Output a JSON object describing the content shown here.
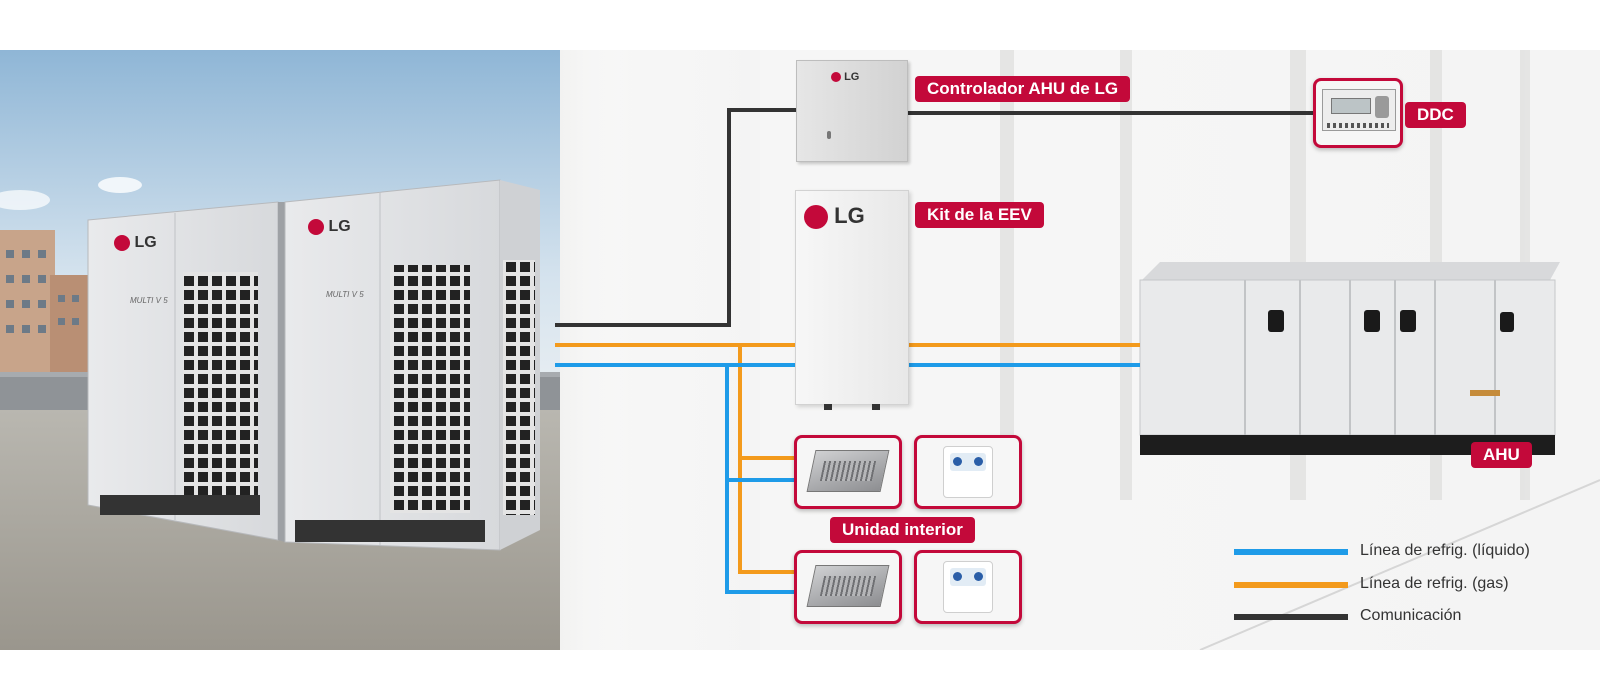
{
  "logo_text": "LG",
  "outdoor_model_text": "MULTI V 5",
  "labels": {
    "ahu_controller": "Controlador AHU de LG",
    "ddc": "DDC",
    "eev_kit": "Kit de la EEV",
    "ahu": "AHU",
    "indoor_unit": "Unidad interior"
  },
  "legend": [
    {
      "label": "Línea de refrig. (líquido)",
      "color": "#1e9be8"
    },
    {
      "label": "Línea de refrig. (gas)",
      "color": "#f39a1c"
    },
    {
      "label": "Comunicación",
      "color": "#333333"
    }
  ],
  "colors": {
    "brand_red": "#c3093a",
    "liquid_line": "#1e9be8",
    "gas_line": "#f39a1c",
    "communication_line": "#333333"
  }
}
